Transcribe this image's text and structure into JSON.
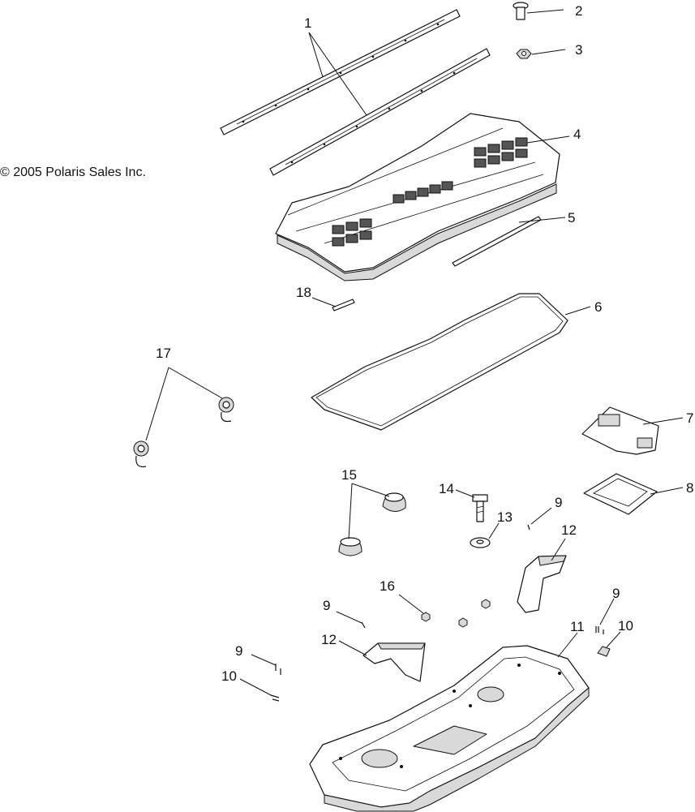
{
  "copyright": "© 2005 Polaris Sales Inc.",
  "callouts": {
    "c1": "1",
    "c2": "2",
    "c3": "3",
    "c4": "4",
    "c5": "5",
    "c6": "6",
    "c7": "7",
    "c8": "8",
    "c9a": "9",
    "c9b": "9",
    "c9c": "9",
    "c9d": "9",
    "c10a": "10",
    "c10b": "10",
    "c11": "11",
    "c12a": "12",
    "c12b": "12",
    "c13": "13",
    "c14": "14",
    "c15": "15",
    "c16": "16",
    "c17": "17",
    "c18": "18"
  }
}
